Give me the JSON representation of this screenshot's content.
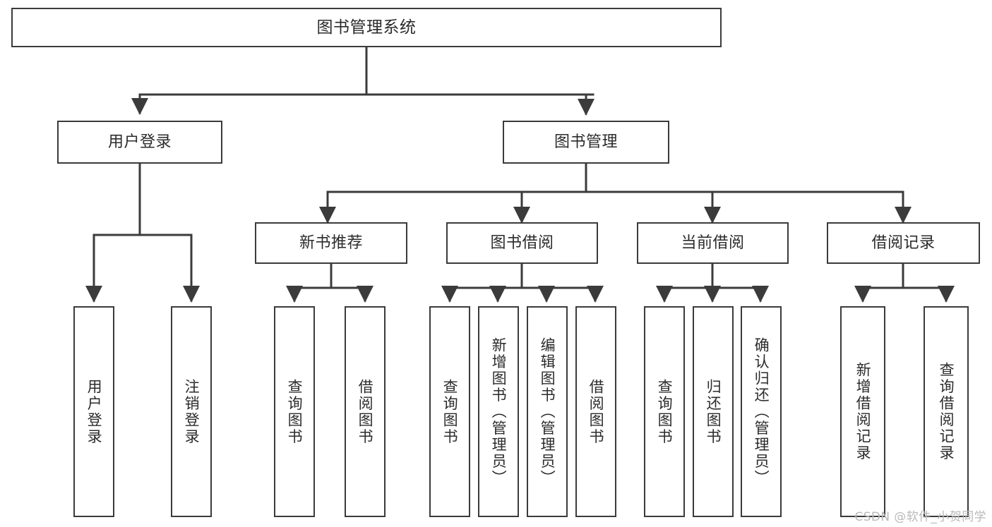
{
  "diagram": {
    "title": "图书管理系统",
    "type": "tree-hierarchy",
    "orientation": "top-down",
    "stroke_color": "#3b3b3b",
    "text_color": "#2b2b2b",
    "background_color": "#ffffff"
  },
  "nodes": {
    "root": {
      "label": "图书管理系统",
      "level": 1
    },
    "branch": [
      {
        "id": "user-login",
        "label": "用户登录",
        "level": 2
      },
      {
        "id": "book-manage",
        "label": "图书管理",
        "level": 2
      },
      {
        "id": "new-book-recommend",
        "label": "新书推荐",
        "level": 3
      },
      {
        "id": "book-borrow",
        "label": "图书借阅",
        "level": 3
      },
      {
        "id": "current-borrow",
        "label": "当前借阅",
        "level": 3
      },
      {
        "id": "borrow-record",
        "label": "借阅记录",
        "level": 3
      }
    ],
    "leaf": [
      {
        "id": "leaf-user-login",
        "label": "用户登录",
        "parent": "user-login"
      },
      {
        "id": "leaf-logout",
        "label": "注销登录",
        "parent": "user-login"
      },
      {
        "id": "leaf-query-book-1",
        "label": "查询图书",
        "parent": "new-book-recommend"
      },
      {
        "id": "leaf-borrow-book-1",
        "label": "借阅图书",
        "parent": "new-book-recommend"
      },
      {
        "id": "leaf-query-book-2",
        "label": "查询图书",
        "parent": "book-borrow"
      },
      {
        "id": "leaf-add-book",
        "label": "新增图书（管理员）",
        "parent": "book-borrow"
      },
      {
        "id": "leaf-edit-book",
        "label": "编辑图书（管理员）",
        "parent": "book-borrow"
      },
      {
        "id": "leaf-borrow-book-2",
        "label": "借阅图书",
        "parent": "book-borrow"
      },
      {
        "id": "leaf-query-book-3",
        "label": "查询图书",
        "parent": "current-borrow"
      },
      {
        "id": "leaf-return-book",
        "label": "归还图书",
        "parent": "current-borrow"
      },
      {
        "id": "leaf-confirm-return",
        "label": "确认归还（管理员）",
        "parent": "current-borrow"
      },
      {
        "id": "leaf-add-record",
        "label": "新增借阅记录",
        "parent": "borrow-record"
      },
      {
        "id": "leaf-query-record",
        "label": "查询借阅记录",
        "parent": "borrow-record"
      }
    ]
  },
  "watermark": {
    "text": "CSDN @软件_小贺同学"
  }
}
